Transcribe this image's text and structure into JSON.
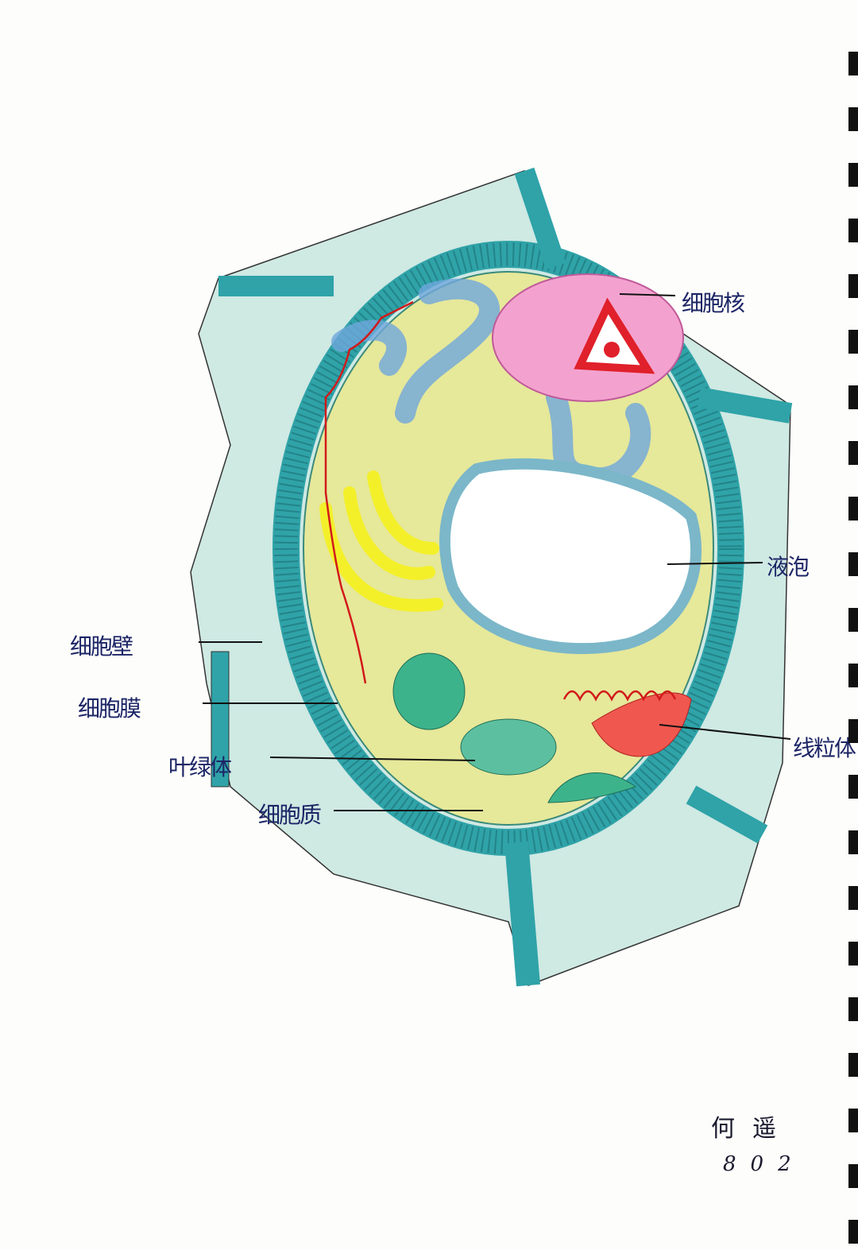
{
  "labels": {
    "nucleus": "细胞核",
    "vacuole": "液泡",
    "mitochondrion": "线粒体",
    "cell_wall": "细胞壁",
    "cell_membrane": "细胞膜",
    "chloroplast": "叶绿体",
    "cytoplasm": "细胞质"
  },
  "signature": {
    "name": "何遥",
    "class": "802"
  },
  "colors": {
    "wall": "#2fa3a8",
    "neighbor_cell": "#cde9e4",
    "cytoplasm": "#e6e89a",
    "nucleus": "#f3a2cf",
    "vacuole": "#ffffff",
    "chloroplast": "#3db38c",
    "mitochondrion": "#f0584f",
    "er": "#6fa6dc",
    "label_ink": "#1c2566"
  }
}
